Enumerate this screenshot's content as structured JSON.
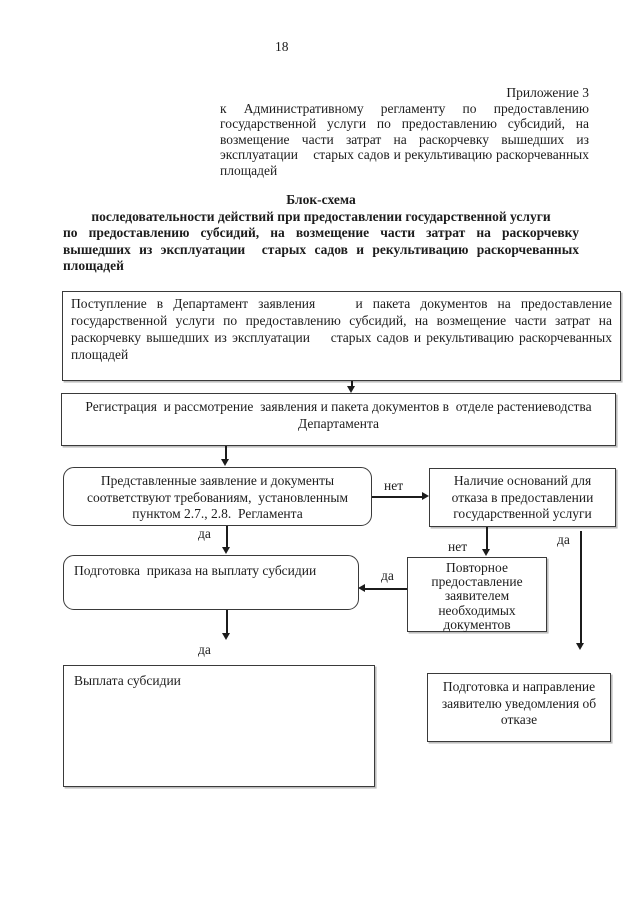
{
  "page": {
    "number": "18"
  },
  "colors": {
    "ink": "#1c1c1c",
    "box_border": "#3a3a3a",
    "background": "#ffffff"
  },
  "appendix": {
    "label": "Приложение 3",
    "body": "к Административному регламенту по предоставлению государственной услуги по предоставлению субсидий, на возмещение части затрат на раскорчевку вышедших из эксплуатации    старых садов и рекультивацию раскорчеванных площадей"
  },
  "title": {
    "heading": "Блок-схема",
    "line2": "последовательности действий при предоставлении государственной услуги",
    "body": "по предоставлению субсидий, на возмещение части затрат на раскорчевку вышедших из эксплуатации  старых садов и рекультивацию раскорчеванных площадей"
  },
  "flowchart": {
    "boxes": {
      "intake": "Поступление в Департамент заявления    и пакета документов на предоставление государственной услуги по предоставлению субсидий, на возмещение части затрат на раскорчевку вышедших из эксплуатации    старых садов и рекультивацию раскорчеванных площадей",
      "registration": "Регистрация  и рассмотрение  заявления и пакета документов в  отделе растениеводства\nДепартамента",
      "compliance_check": "Представленные заявление и документы\nсоответствуют требованиям,  установленным\nпунктом 2.7., 2.8.  Регламента",
      "refusal_grounds": "Наличие оснований для\nотказа в предоставлении\nгосударственной услуги",
      "order_preparation": "Подготовка  приказа на выплату субсидии",
      "resubmission": "Повторное\nпредоставление\nзаявителем\nнеобходимых\nдокументов",
      "payment": "Выплата субсидии",
      "refusal_notice": "Подготовка и направление\nзаявителю уведомления об\nотказе"
    },
    "labels": {
      "yes": "да",
      "no": "нет"
    }
  }
}
